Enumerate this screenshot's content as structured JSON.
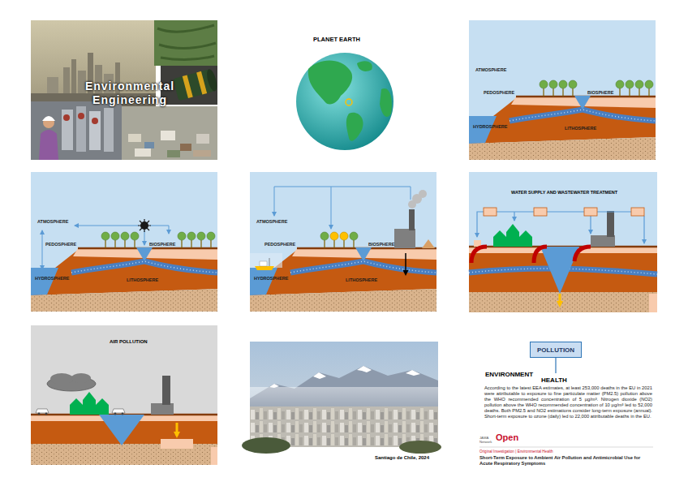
{
  "diagram": {
    "nodes": [
      {
        "text": [
          "POLLUTION"
        ]
      }
    ],
    "labels": [
      "Environmental Engineering",
      "PLANET EARTH",
      "ATMOSPHERE",
      "BIOSPHERE",
      "PEDOSPHERE",
      "HYDROSPHERE",
      "LITHOSPHERE",
      "ATMOSPHERE",
      "BIOSPHERE",
      "PEDOSPHERE",
      "HYDROSPHERE",
      "LITHOSPHERE",
      "ATMOSPHERE",
      "BIOSPHERE",
      "PEDOSPHERE",
      "HYDROSPHERE",
      "LITHOSPHERE",
      "WATER SUPPLY AND WASTEWATER TREATMENT",
      "AIR POLLUTION",
      "Santiago de Chile, 2024",
      "ENVIRONMENT",
      "HEALTH",
      "According to the latest EEA estimates, at least 253,000 deaths in the EU in 2021 were attributable to exposure to fine particulate matter (PM2.5) pollution above the WHO recommended concentration of 5 µg/m³. Nitrogen dioxide (NO2) pollution above the WHO recommended concentration of 10 µg/m³ led to 52,000 deaths. Both PM2.5 and NO2 estimations consider long-term exposure (annual). Short-term exposure to ozone (daily) led to 22,000 attributable deaths in the EU.",
      "JAMA Network",
      "Open",
      "Original Investigation | Environmental Health",
      "Short-Term Exposure to Ambient Air Pollution and Antimicrobial Use for Acute Respiratory Symptoms"
    ]
  }
}
